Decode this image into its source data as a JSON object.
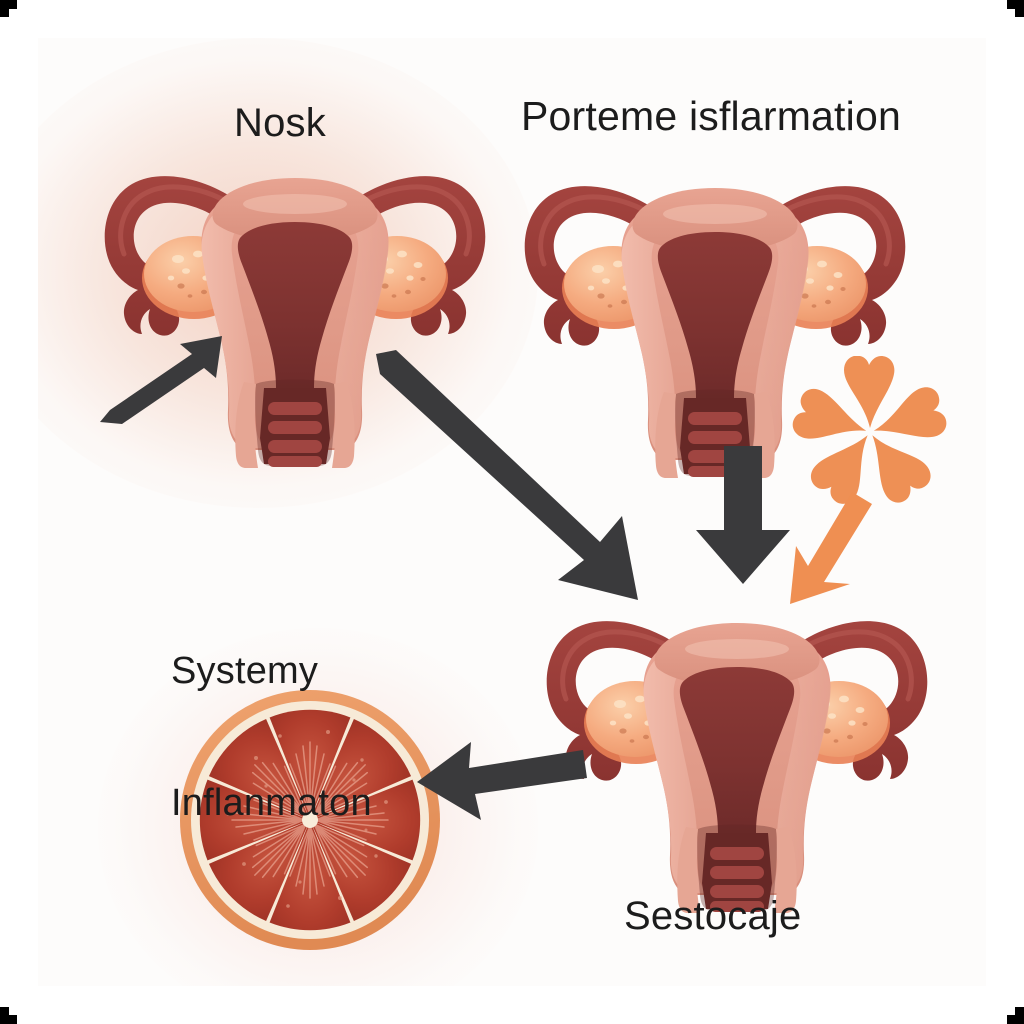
{
  "diagram": {
    "title_visible": false,
    "background_color": "#fdfcfb",
    "page_background": "#ffffff"
  },
  "labels": {
    "top_left": "Nosk",
    "top_right": "Porteme isflarmation",
    "bottom_left_line1": "Systemy",
    "bottom_left_line2": "Inflanmaton",
    "bottom_right": "Sestocaje"
  },
  "figures": {
    "uterus_1": {
      "name": "uterus-anatomy-illustration",
      "position": "top-left",
      "parts": [
        "fallopian-tube-left",
        "fallopian-tube-right",
        "ovary-left",
        "ovary-right",
        "uterine-body",
        "endometrial-cavity",
        "cervix",
        "vaginal-canal"
      ]
    },
    "uterus_2": {
      "name": "uterus-anatomy-illustration",
      "position": "top-right",
      "parts": [
        "fallopian-tube-left",
        "fallopian-tube-right",
        "ovary-left",
        "ovary-right",
        "uterine-body",
        "endometrial-cavity",
        "cervix",
        "vaginal-canal"
      ]
    },
    "uterus_3": {
      "name": "uterus-anatomy-illustration",
      "position": "bottom-center",
      "parts": [
        "fallopian-tube-left",
        "fallopian-tube-right",
        "ovary-left",
        "ovary-right",
        "uterine-body",
        "endometrial-cavity",
        "cervix",
        "vaginal-canal"
      ]
    },
    "citrus_slice": {
      "name": "citrus-slice-illustration",
      "position": "bottom-left",
      "segments": 8,
      "rind_color": "#e8945c",
      "pith_color": "#f7ead7",
      "pulp_color": "#b6402f"
    },
    "flower": {
      "name": "flower-icon",
      "position": "right-middle",
      "petals": 5,
      "color": "#ee9055"
    }
  },
  "arrows": [
    {
      "name": "arrow-up-right",
      "color": "#3a3a3c",
      "direction": "up-right",
      "from": "lower-left",
      "to": "uterus-1"
    },
    {
      "name": "arrow-diagonal",
      "color": "#3a3a3c",
      "direction": "down-right",
      "from": "uterus-1",
      "to": "uterus-3"
    },
    {
      "name": "arrow-down-black",
      "color": "#3a3a3c",
      "direction": "down",
      "from": "uterus-2",
      "to": "uterus-3"
    },
    {
      "name": "arrow-down-orange",
      "color": "#ef8f52",
      "direction": "down-left",
      "from": "flower",
      "to": "uterus-3"
    },
    {
      "name": "arrow-left",
      "color": "#3a3a3c",
      "direction": "left",
      "from": "uterus-3",
      "to": "citrus-slice"
    }
  ],
  "colors": {
    "tube_dark": "#9e3f3c",
    "tube_darker": "#8b3431",
    "uterus_body": "#e39a8b",
    "uterus_body_light": "#eaa999",
    "uterus_highlight": "#f0b8a8",
    "cavity_dark": "#7e3432",
    "cavity_mid": "#97413c",
    "ovary": "#f4a77e",
    "ovary_light": "#f8bf9b",
    "ovary_edge": "#e5825a",
    "arrow_dark": "#3a3a3c",
    "accent_orange": "#ee9055",
    "label_text": "#1c1c1c"
  }
}
